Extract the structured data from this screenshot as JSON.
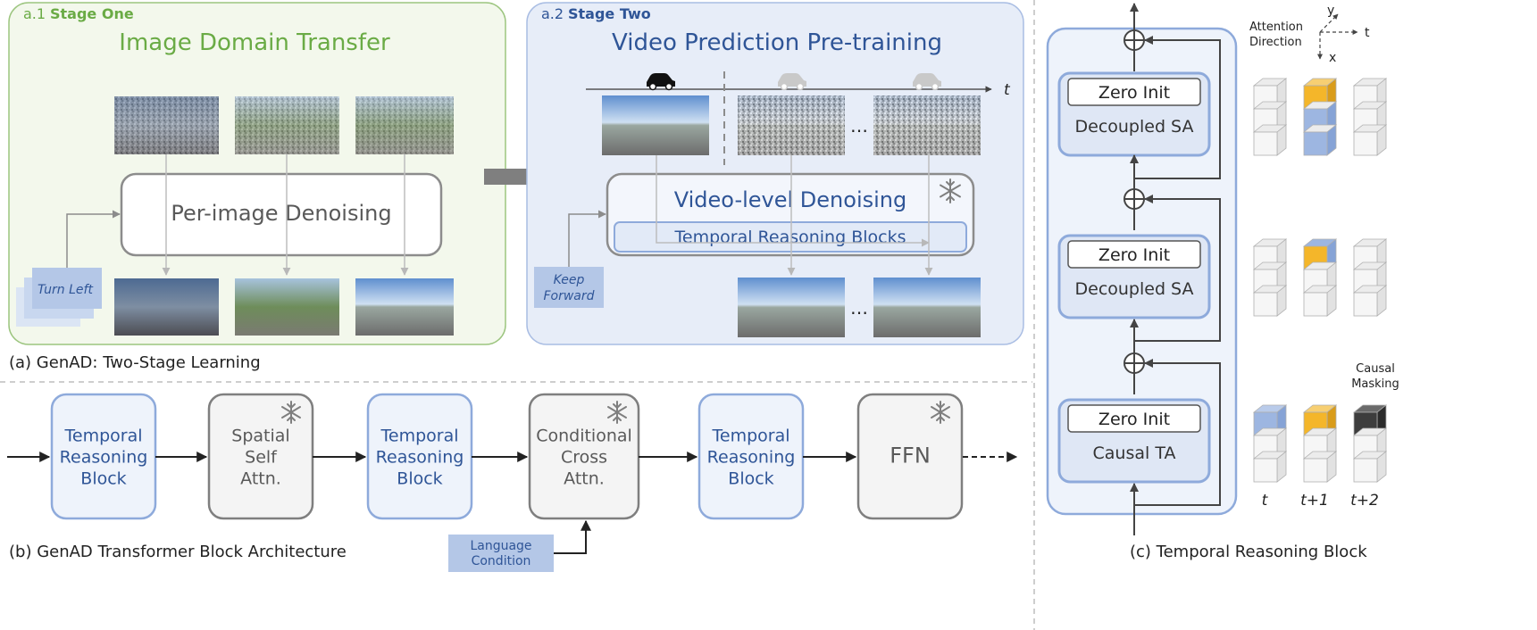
{
  "stage_one": {
    "tag": "a.1",
    "tag_title": "Stage One",
    "title": "Image Domain Transfer",
    "process": "Per-image Denoising",
    "command": "Turn Left"
  },
  "stage_two": {
    "tag": "a.2",
    "tag_title": "Stage Two",
    "title": "Video Prediction Pre-training",
    "process": "Video-level Denoising",
    "inner": "Temporal Reasoning Blocks",
    "command_line1": "Keep",
    "command_line2": "Forward",
    "time_axis": "t",
    "ellipsis": "…"
  },
  "caption_a": "(a) GenAD: Two-Stage Learning",
  "caption_b": "(b) GenAD Transformer Block Architecture",
  "caption_c": "(c) Temporal Reasoning Block",
  "transformer_blocks": [
    {
      "lines": [
        "Temporal",
        "Reasoning",
        "Block"
      ],
      "kind": "trainable"
    },
    {
      "lines": [
        "Spatial",
        "Self",
        "Attn."
      ],
      "kind": "frozen"
    },
    {
      "lines": [
        "Temporal",
        "Reasoning",
        "Block"
      ],
      "kind": "trainable"
    },
    {
      "lines": [
        "Conditional",
        "Cross",
        "Attn."
      ],
      "kind": "frozen"
    },
    {
      "lines": [
        "Temporal",
        "Reasoning",
        "Block"
      ],
      "kind": "trainable"
    },
    {
      "lines": [
        "FFN"
      ],
      "kind": "frozen"
    }
  ],
  "language_condition": [
    "Language",
    "Condition"
  ],
  "temporal_block": {
    "modules": [
      {
        "init": "Zero Init",
        "name": "Decoupled SA"
      },
      {
        "init": "Zero Init",
        "name": "Decoupled SA"
      },
      {
        "init": "Zero Init",
        "name": "Causal TA"
      }
    ],
    "attention_direction": [
      "Attention",
      "Direction"
    ],
    "axes": {
      "y": "y",
      "t": "t",
      "x": "x"
    },
    "causal_masking": [
      "Causal",
      "Masking"
    ],
    "frame_labels": [
      "t",
      "t+1",
      "t+2"
    ]
  },
  "colors": {
    "green": "#6aab45",
    "green_bg": "#f3f8ec",
    "blue_text": "#2f5597",
    "blue_bg": "#e7edf8",
    "blue_box": "#eef3fb",
    "blue_border": "#8eaadb",
    "gray_box": "#f4f4f4",
    "gray_border": "#7f7f7f",
    "highlight_yellow": "#f4b62a",
    "highlight_blue": "#9db6e1",
    "highlight_dark": "#3d3d3d"
  }
}
